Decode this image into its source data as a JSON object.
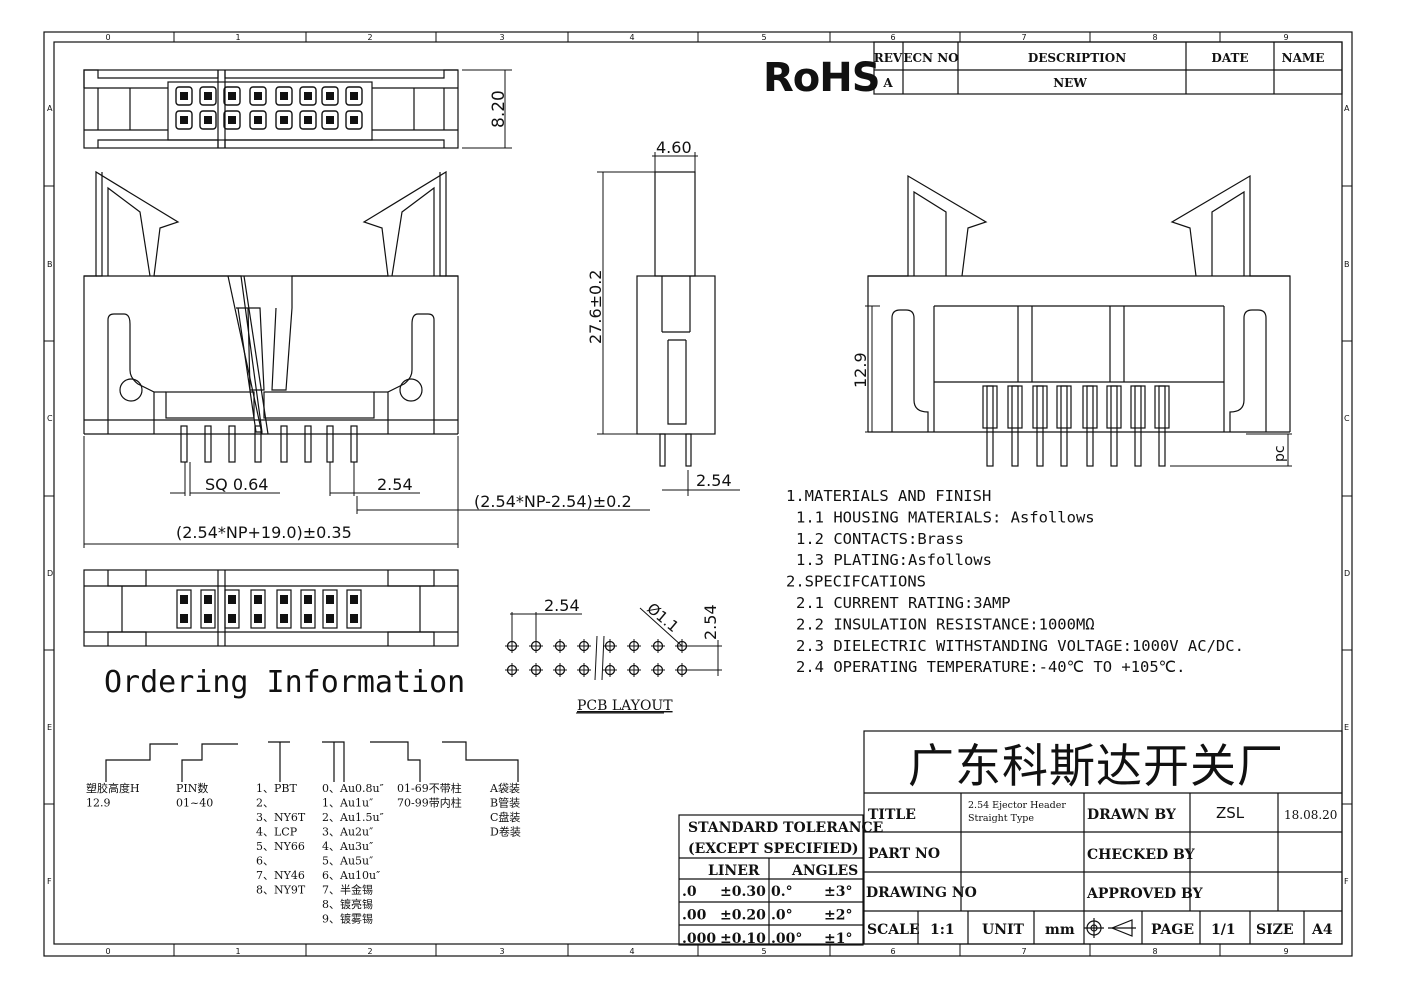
{
  "frame": {
    "columns": [
      "0",
      "1",
      "2",
      "3",
      "4",
      "5",
      "6",
      "7",
      "8",
      "9"
    ],
    "rows": [
      "A",
      "B",
      "C",
      "D",
      "E",
      "F"
    ]
  },
  "rohs": "RoHS",
  "revision_table": {
    "headers": {
      "rev": "REV",
      "ecn": "ECN NO",
      "description": "DESCRIPTION",
      "date": "DATE",
      "name": "NAME"
    },
    "row": {
      "rev": "A",
      "ecn": "",
      "description": "NEW",
      "date": "",
      "name": ""
    }
  },
  "dimensions": {
    "height_top": "8.20",
    "side_width": "4.60",
    "side_height": "27.6±0.2",
    "side_pitch": "2.54",
    "sq": "SQ 0.64",
    "front_pitch": "2.54",
    "np_formula": "(2.54*NP-2.54)±0.2",
    "total_formula": "(2.54*NP+19.0)±0.35",
    "right_height": "12.9",
    "pc": "pc"
  },
  "pcb": {
    "pitch_x": "2.54",
    "pitch_y": "2.54",
    "hole": "Ø1.1",
    "label": "PCB LAYOUT"
  },
  "specs": [
    "1.MATERIALS AND FINISH",
    "1.1 HOUSING MATERIALS: Asfollows",
    "1.2 CONTACTS:Brass",
    "1.3 PLATING:Asfollows",
    "2.SPECIFCATIONS",
    "2.1 CURRENT RATING:3AMP",
    "2.2 INSULATION RESISTANCE:1000MΩ",
    "2.3 DIELECTRIC WITHSTANDING VOLTAGE:1000V AC/DC.",
    "2.4 OPERATING TEMPERATURE:-40℃ TO +105℃."
  ],
  "ordering": {
    "title": "Ordering Information",
    "col1": [
      "塑胶高度H",
      "12.9"
    ],
    "col2": [
      "PIN数",
      "01~40"
    ],
    "col3": [
      "1、PBT",
      "2、",
      "3、NY6T",
      "4、LCP",
      "5、NY66",
      "6、",
      "7、NY46",
      "8、NY9T"
    ],
    "col4": [
      "0、Au0.8u″",
      "1、Au1u″",
      "2、Au1.5u″",
      "3、Au2u″",
      "4、Au3u″",
      "5、Au5u″",
      "6、Au10u″",
      "7、半金锡",
      "8、镀亮锡",
      "9、镀雾锡"
    ],
    "col5": [
      "01-69不带柱",
      "70-99带内柱"
    ],
    "col6": [
      "A袋装",
      "B管装",
      "C盘装",
      "D卷装"
    ]
  },
  "tolerance": {
    "title1": "STANDARD TOLERANCE",
    "title2": "(EXCEPT  SPECIFIED)",
    "liner": "LINER",
    "angles": "ANGLES",
    "rows": [
      {
        "l1": ".0",
        "l2": "±0.30",
        "a1": "0.°",
        "a2": "±3°"
      },
      {
        "l1": ".00",
        "l2": "±0.20",
        "a1": ".0°",
        "a2": "±2°"
      },
      {
        "l1": ".000",
        "l2": "±0.10",
        "a1": ".00°",
        "a2": "±1°"
      }
    ]
  },
  "title_block": {
    "company": "广东科斯达开关厂",
    "title_label": "TITLE",
    "title_value_1": "2.54 Ejector Header",
    "title_value_2": "Straight Type",
    "drawn_by_label": "DRAWN BY",
    "drawn_by": "ZSL",
    "drawn_date": "18.08.20",
    "part_no_label": "PART NO",
    "checked_by_label": "CHECKED BY",
    "drawing_no_label": "DRAWING NO",
    "approved_by_label": "APPROVED BY",
    "scale_label": "SCALE",
    "scale": "1:1",
    "unit_label": "UNIT",
    "unit": "mm",
    "page_label": "PAGE",
    "page": "1/1",
    "size_label": "SIZE",
    "size": "A4"
  }
}
